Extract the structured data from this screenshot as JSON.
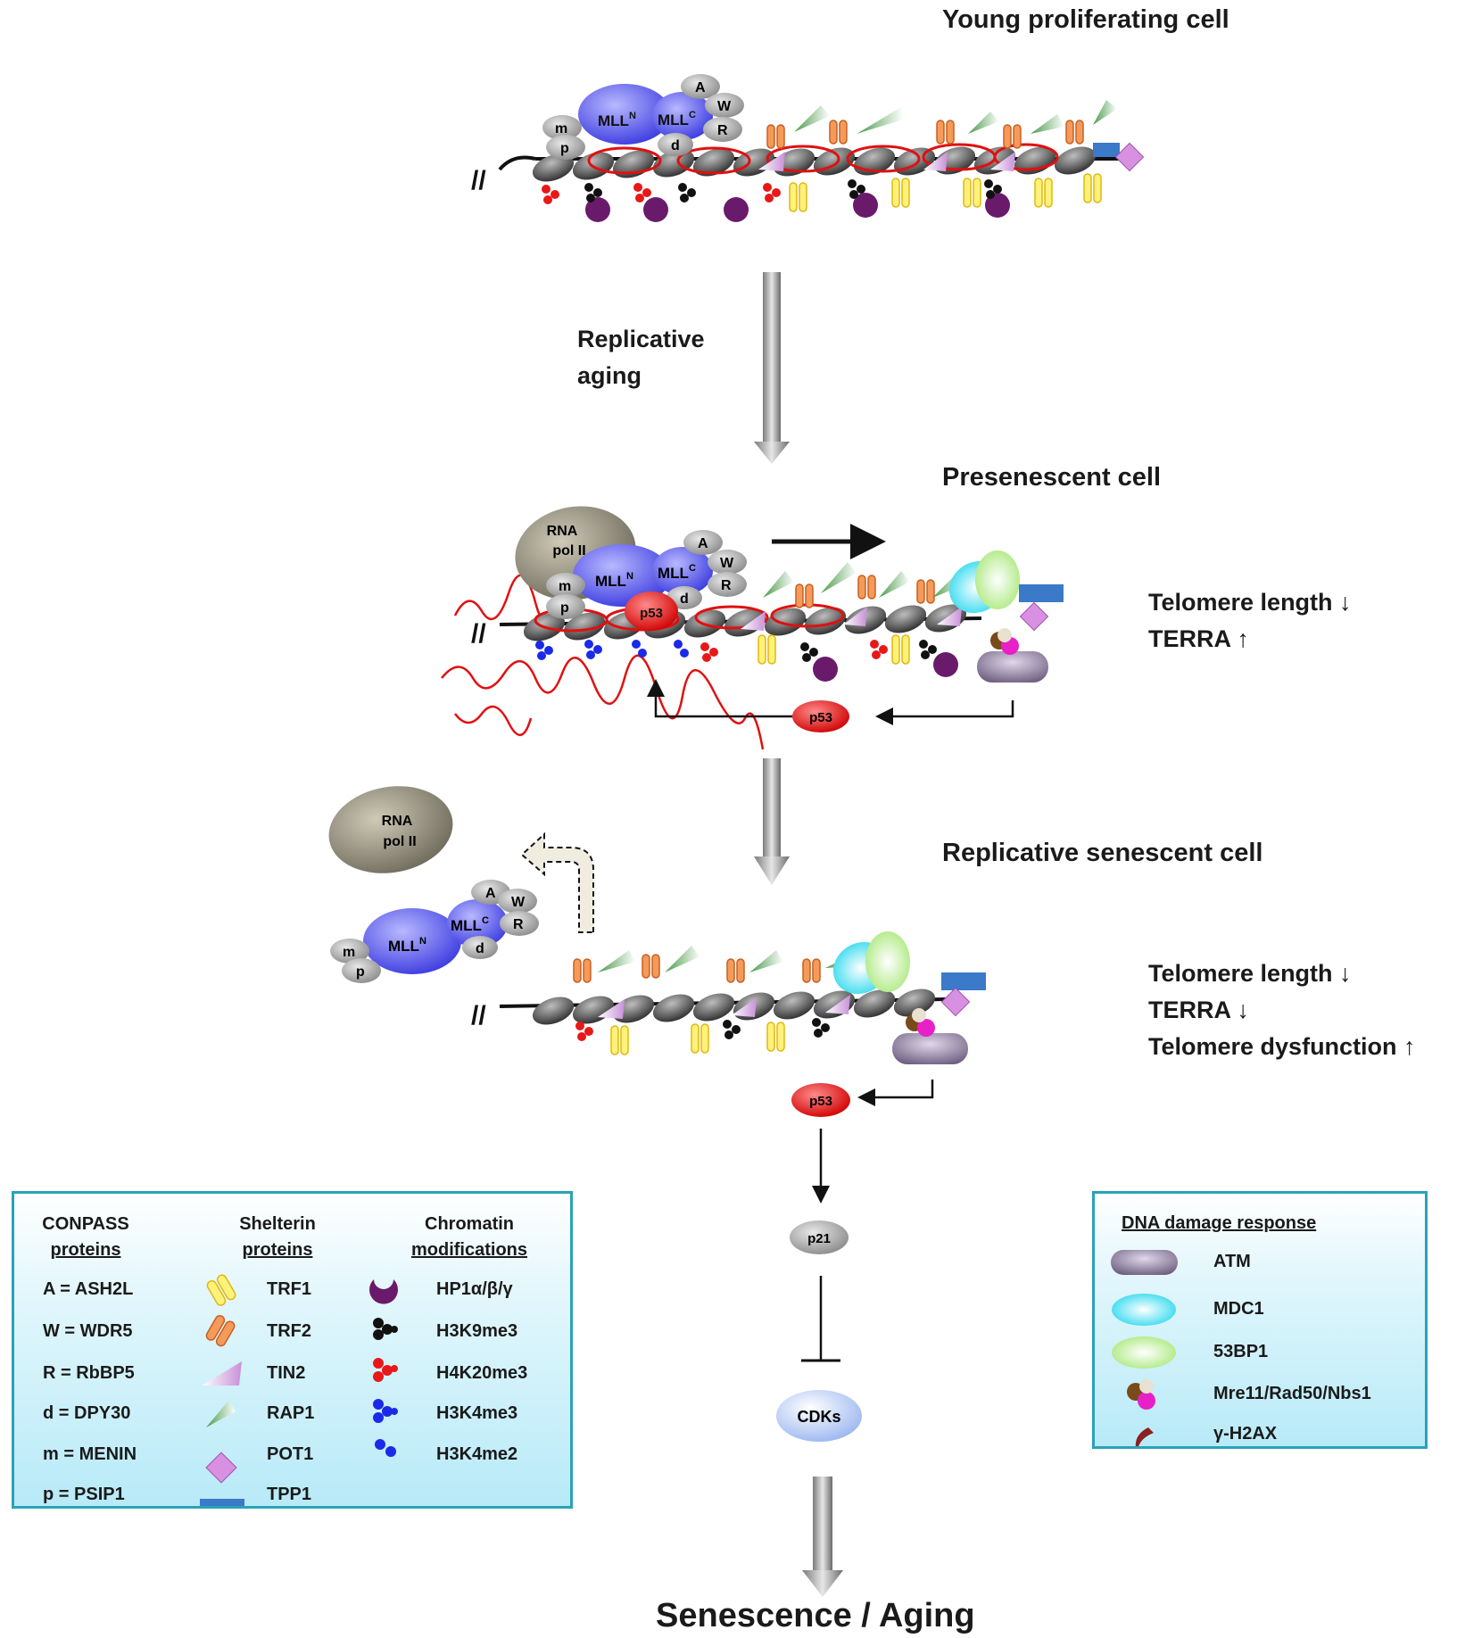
{
  "stages": {
    "young": "Young proliferating cell",
    "presenescent": "Presenescent cell",
    "senescent": "Replicative senescent cell"
  },
  "arrow_label": [
    "Replicative",
    "aging"
  ],
  "presenescent_notes": [
    "Telomere length ↓",
    "TERRA ↑"
  ],
  "senescent_notes": [
    "Telomere length ↓",
    "TERRA ↓",
    "Telomere dysfunction ↑"
  ],
  "labels": {
    "mll_n": "MLL",
    "mll_c": "MLL",
    "sup_n": "N",
    "sup_c": "C",
    "a": "A",
    "w": "W",
    "r": "R",
    "d": "d",
    "m": "m",
    "p": "p",
    "rna_pol": [
      "RNA",
      "pol  II"
    ],
    "p53": "p53",
    "p21": "p21",
    "cdks": "CDKs"
  },
  "outcome": "Senescence / Aging",
  "legend_left": {
    "conpass_header": [
      "CONPASS",
      "proteins"
    ],
    "conpass": [
      "A  = ASH2L",
      "W  = WDR5",
      "R  = RbBP5",
      "d  = DPY30",
      "m  = MENIN",
      "p  = PSIP1"
    ],
    "shelterin_header": [
      "Shelterin",
      "proteins"
    ],
    "shelterin": [
      "TRF1",
      "TRF2",
      "TIN2",
      "RAP1",
      "POT1",
      "TPP1"
    ],
    "chromatin_header": [
      "Chromatin",
      "modifications"
    ],
    "chromatin": [
      "HP1α/β/γ",
      "H3K9me3",
      "H4K20me3",
      "H3K4me3",
      "H3K4me2"
    ]
  },
  "legend_right": {
    "header": "DNA damage response",
    "items": [
      "ATM",
      "MDC1",
      "53BP1",
      "Mre11/Rad50/Nbs1",
      "γ-H2AX"
    ]
  },
  "colors": {
    "mll": "#5b5bf5",
    "gray_sub": "#a8a8a8",
    "p53": "#e81818",
    "trf1": "#f5e23a",
    "trf2": "#f08a4a",
    "tin2": "#d8a0e0",
    "rap1": "#88c888",
    "pot1": "#d088d8",
    "tpp1": "#3a7ac8",
    "hp1": "#6a1a6a",
    "h3k9me3": "#111111",
    "h4k20me3": "#e81818",
    "h3k4": "#1a2ae8",
    "atm": "#8a7a9a",
    "mdc1": "#40e0f0",
    "bp53": "#b8f090",
    "legend_border": "#2aa2b8"
  }
}
